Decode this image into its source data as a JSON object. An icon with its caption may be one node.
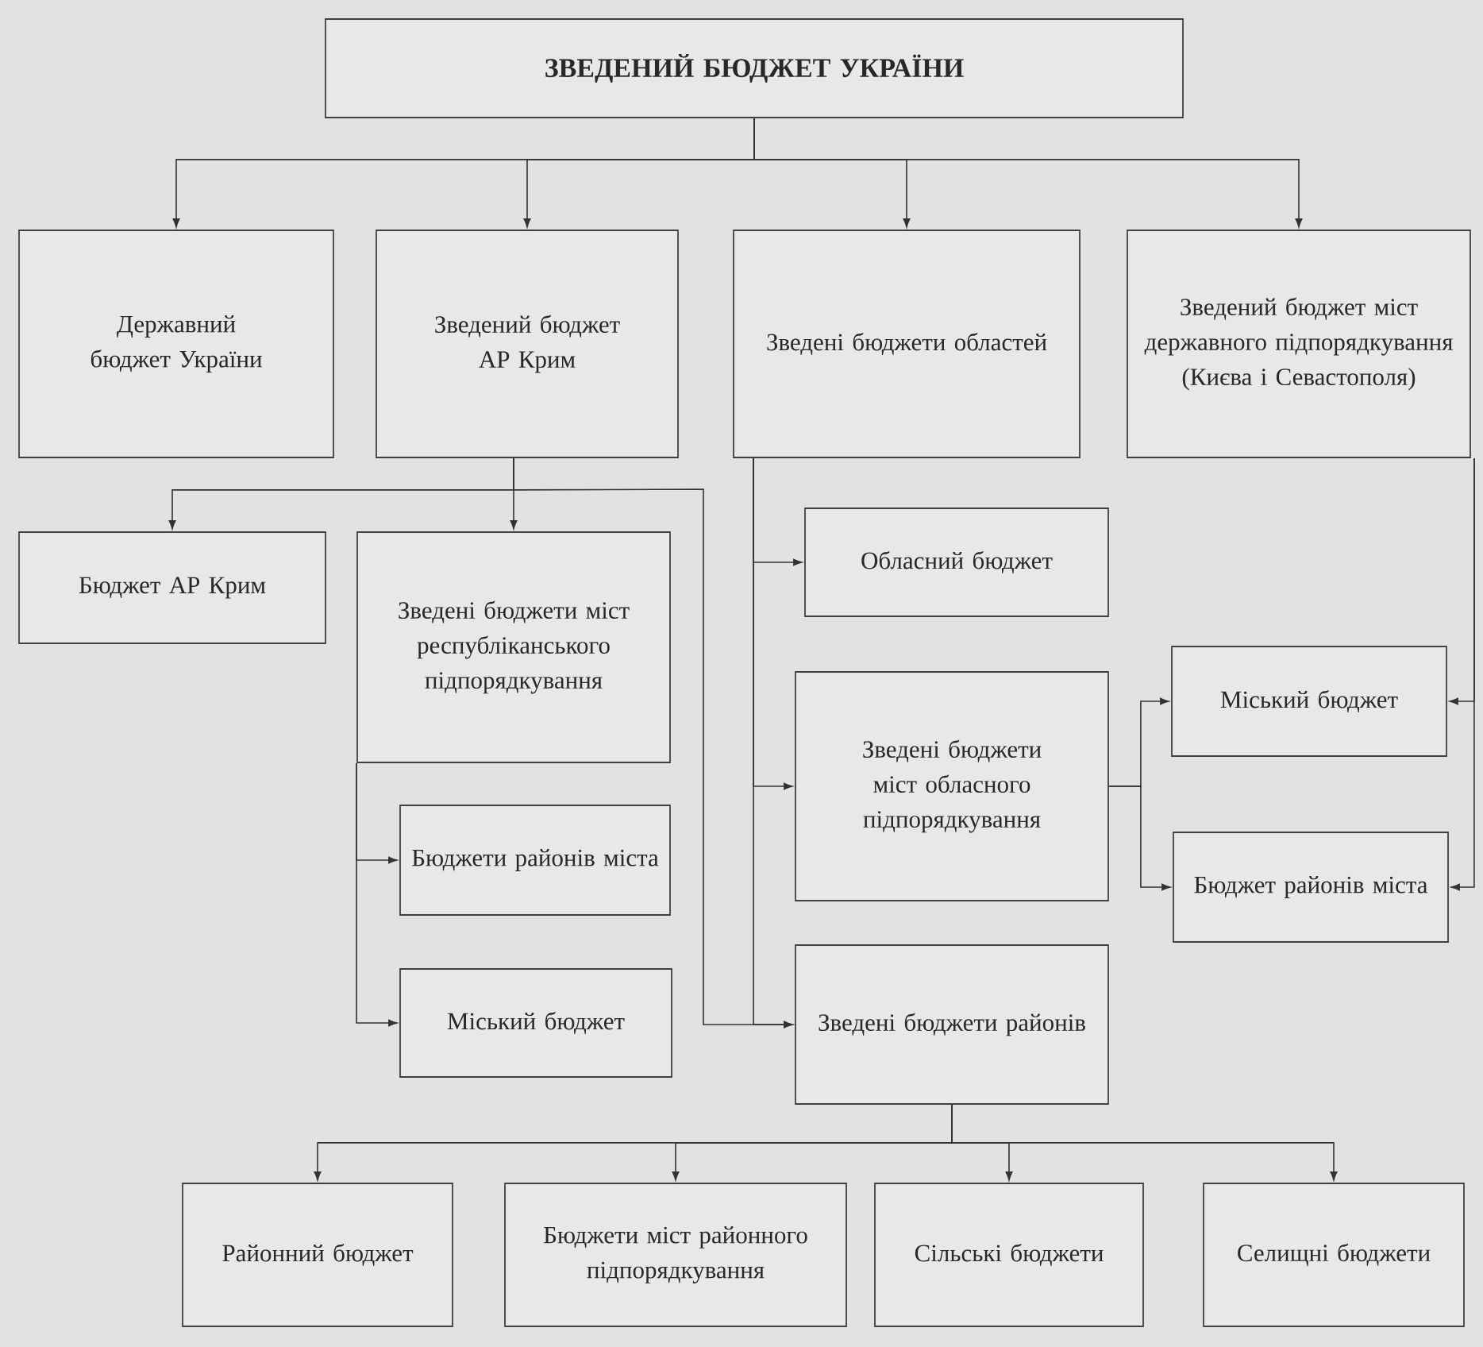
{
  "diagram": {
    "nodes": [
      {
        "text": [
          "ЗВЕДЕНИЙ БЮДЖЕТ УКРАЇНИ"
        ]
      },
      {
        "text": [
          "Державний бюджет України"
        ]
      },
      {
        "text": [
          "Зведений бюджет АР Крим"
        ]
      },
      {
        "text": [
          "Зведені бюджети областей"
        ]
      },
      {
        "text": [
          "Зведений бюджет міст державного підпорядкування (Києва і Севастополя)"
        ]
      },
      {
        "text": [
          "Бюджет АР Крим"
        ]
      },
      {
        "text": [
          "Зведені бюджети міст республіканського підпорядкування"
        ]
      },
      {
        "text": [
          "Обласний бюджет"
        ]
      },
      {
        "text": [
          "Бюджети районів міста"
        ]
      },
      {
        "text": [
          "Зведені бюджети міст обласного підпорядкування"
        ]
      },
      {
        "text": [
          "Міський бюджет"
        ]
      },
      {
        "text": [
          "Бюджет районів міста"
        ]
      },
      {
        "text": [
          "Міський бюджет"
        ]
      },
      {
        "text": [
          "Зведені бюджети районів"
        ]
      },
      {
        "text": [
          "Районний бюджет"
        ]
      },
      {
        "text": [
          "Бюджети міст районного підпорядкування"
        ]
      },
      {
        "text": [
          "Сільські бюджети"
        ]
      },
      {
        "text": [
          "Селищні бюджети"
        ]
      }
    ],
    "edges": [
      {
        "from": 0,
        "to": 1,
        "arrow": "to"
      },
      {
        "from": 0,
        "to": 2,
        "arrow": "to"
      },
      {
        "from": 0,
        "to": 3,
        "arrow": "to"
      },
      {
        "from": 0,
        "to": 4,
        "arrow": "to"
      },
      {
        "from": 2,
        "to": 5,
        "arrow": "to"
      },
      {
        "from": 2,
        "to": 6,
        "arrow": "to"
      },
      {
        "from": 2,
        "to": 13,
        "arrow": "to"
      },
      {
        "from": 6,
        "to": 8,
        "arrow": "to"
      },
      {
        "from": 6,
        "to": 12,
        "arrow": "to"
      },
      {
        "from": 3,
        "to": 7,
        "arrow": "to"
      },
      {
        "from": 3,
        "to": 9,
        "arrow": "to"
      },
      {
        "from": 3,
        "to": 13,
        "arrow": "to"
      },
      {
        "from": 9,
        "to": 10,
        "arrow": "to"
      },
      {
        "from": 9,
        "to": 11,
        "arrow": "to"
      },
      {
        "from": 4,
        "to": 10,
        "arrow": "to"
      },
      {
        "from": 4,
        "to": 11,
        "arrow": "to"
      },
      {
        "from": 13,
        "to": 14,
        "arrow": "to"
      },
      {
        "from": 13,
        "to": 15,
        "arrow": "to"
      },
      {
        "from": 13,
        "to": 16,
        "arrow": "to"
      },
      {
        "from": 13,
        "to": 17,
        "arrow": "to"
      }
    ]
  }
}
